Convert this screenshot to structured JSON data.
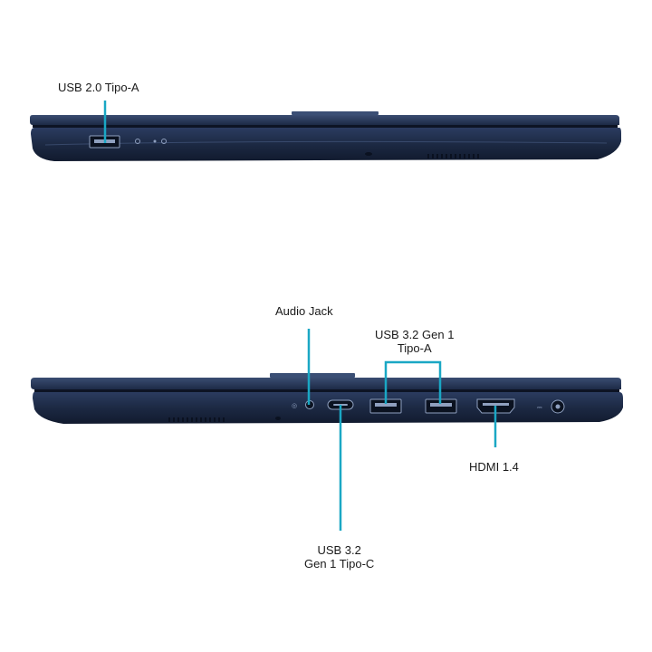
{
  "accent_color": "#1aa7c4",
  "laptop_color": "#22314f",
  "top_view": {
    "usb20_label": "USB 2.0 Tipo-A"
  },
  "bottom_view": {
    "audio_label": "Audio Jack",
    "usb32a_label_line1": "USB 3.2 Gen 1",
    "usb32a_label_line2": "Tipo-A",
    "hdmi_label": "HDMI 1.4",
    "usbc_label_line1": "USB 3.2",
    "usbc_label_line2": "Gen 1 Tipo-C"
  }
}
